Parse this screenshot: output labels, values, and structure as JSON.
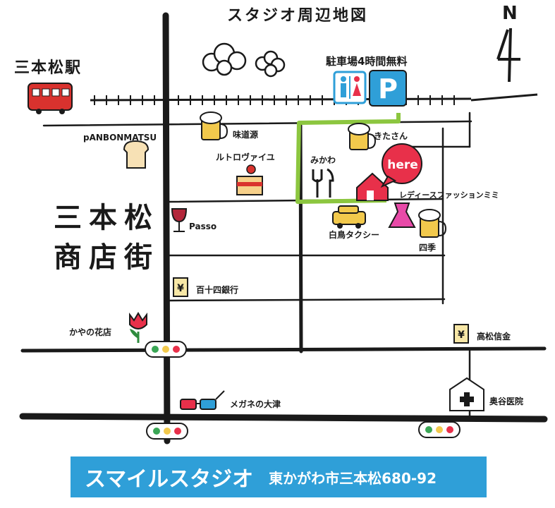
{
  "map": {
    "title": "スタジオ周辺地図",
    "compass": "N",
    "station": "三本松駅",
    "district_line1": "三本松",
    "district_line2": "商店街",
    "parking": "駐車場4時間無料",
    "here_badge": "here",
    "places": {
      "panbonmatsu": "pANBONMATSU",
      "ajimichigen": "味道源",
      "kitasan": "きたさん",
      "lutrovaille": "ルトロヴァイユ",
      "mikawa": "みかわ",
      "ladies": "レディースファッションミミ",
      "passo": "Passo",
      "taxi": "白鳥タクシー",
      "shiki": "四季",
      "bank": "百十四銀行",
      "flower": "かやの花店",
      "shinkin": "高松信金",
      "hospital": "奥谷医院",
      "glasses": "メガネの大津"
    },
    "colors": {
      "road": "#1a1a1a",
      "route": "#8cc63f",
      "badge": "#2f9fd8",
      "here": "#e8304a"
    }
  },
  "footer": {
    "studio_name": "スマイルスタジオ",
    "address": "東かがわ市三本松680-92"
  }
}
